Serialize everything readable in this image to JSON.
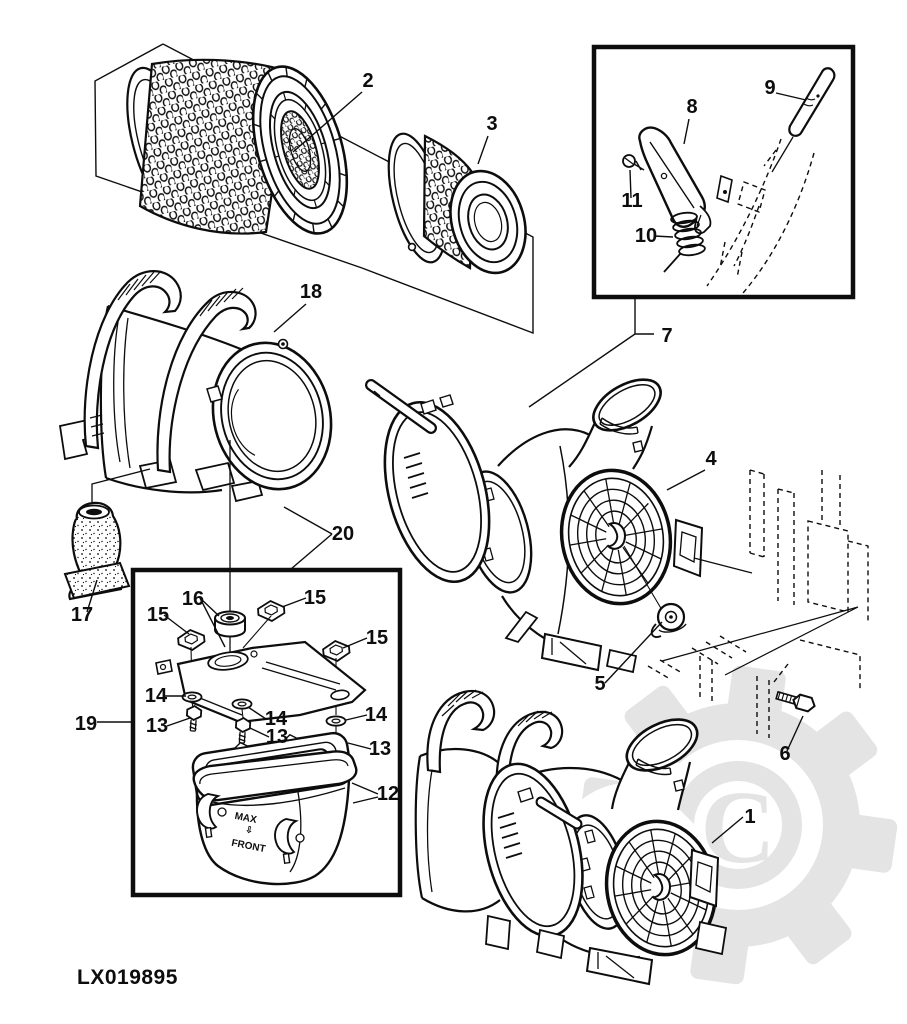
{
  "figure": {
    "code": "LX019895"
  },
  "watermark": {
    "letter": "C",
    "color": "#e4e4e4"
  },
  "colors": {
    "line": "#0d0d0d",
    "background": "#ffffff"
  },
  "bowl_markings": {
    "max": "MAX",
    "arrow": "⇩",
    "front": "FRONT"
  },
  "callouts": [
    {
      "part": "1"
    },
    {
      "part": "2"
    },
    {
      "part": "3"
    },
    {
      "part": "4"
    },
    {
      "part": "5"
    },
    {
      "part": "6"
    },
    {
      "part": "7"
    },
    {
      "part": "8"
    },
    {
      "part": "9"
    },
    {
      "part": "10"
    },
    {
      "part": "11"
    },
    {
      "part": "12"
    },
    {
      "part": "13"
    },
    {
      "part": "13"
    },
    {
      "part": "13"
    },
    {
      "part": "14"
    },
    {
      "part": "14"
    },
    {
      "part": "14"
    },
    {
      "part": "15"
    },
    {
      "part": "15"
    },
    {
      "part": "15"
    },
    {
      "part": "16"
    },
    {
      "part": "17"
    },
    {
      "part": "18"
    },
    {
      "part": "19"
    },
    {
      "part": "20"
    }
  ]
}
